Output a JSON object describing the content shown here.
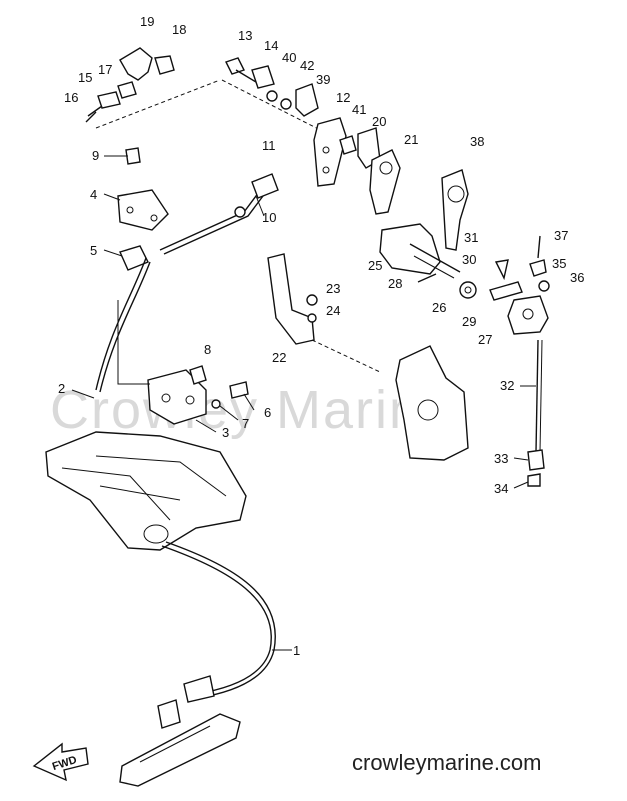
{
  "watermark": "Crowley Marine",
  "site": "crowleymarine.com",
  "fwd_badge": "FWD",
  "part_numbers": [
    "1",
    "2",
    "3",
    "4",
    "5",
    "6",
    "7",
    "8",
    "9",
    "10",
    "11",
    "12",
    "13",
    "14",
    "15",
    "16",
    "17",
    "18",
    "19",
    "20",
    "21",
    "22",
    "23",
    "24",
    "25",
    "26",
    "27",
    "28",
    "29",
    "30",
    "31",
    "32",
    "33",
    "34",
    "35",
    "36",
    "37",
    "38",
    "39",
    "40",
    "41",
    "42"
  ]
}
